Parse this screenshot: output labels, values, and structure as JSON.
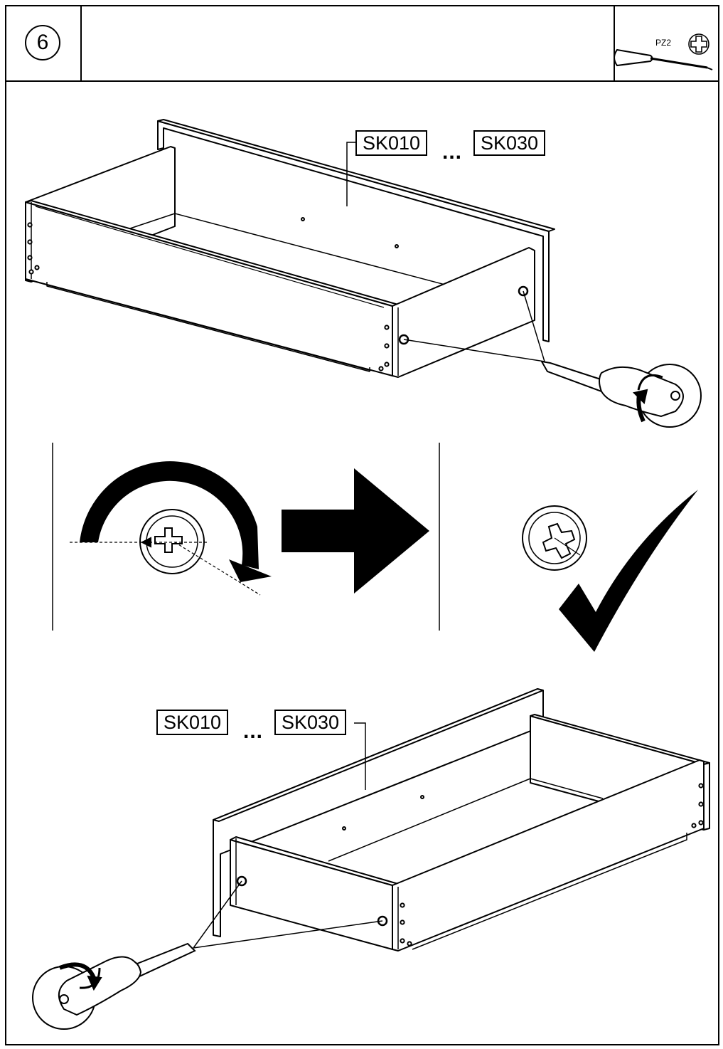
{
  "step": {
    "number": "6"
  },
  "tool": {
    "label": "PZ2",
    "icon": "phillips-screwdriver-icon",
    "bit_icon": "phillips-cross-icon"
  },
  "callouts": {
    "top": {
      "first_part": "SK010",
      "separator": "...",
      "last_part": "SK030"
    },
    "bottom": {
      "first_part": "SK010",
      "separator": "...",
      "last_part": "SK030"
    }
  },
  "icons": {
    "rotation": "clockwise-arrow-icon",
    "next": "right-arrow-icon",
    "confirm": "checkmark-icon"
  }
}
